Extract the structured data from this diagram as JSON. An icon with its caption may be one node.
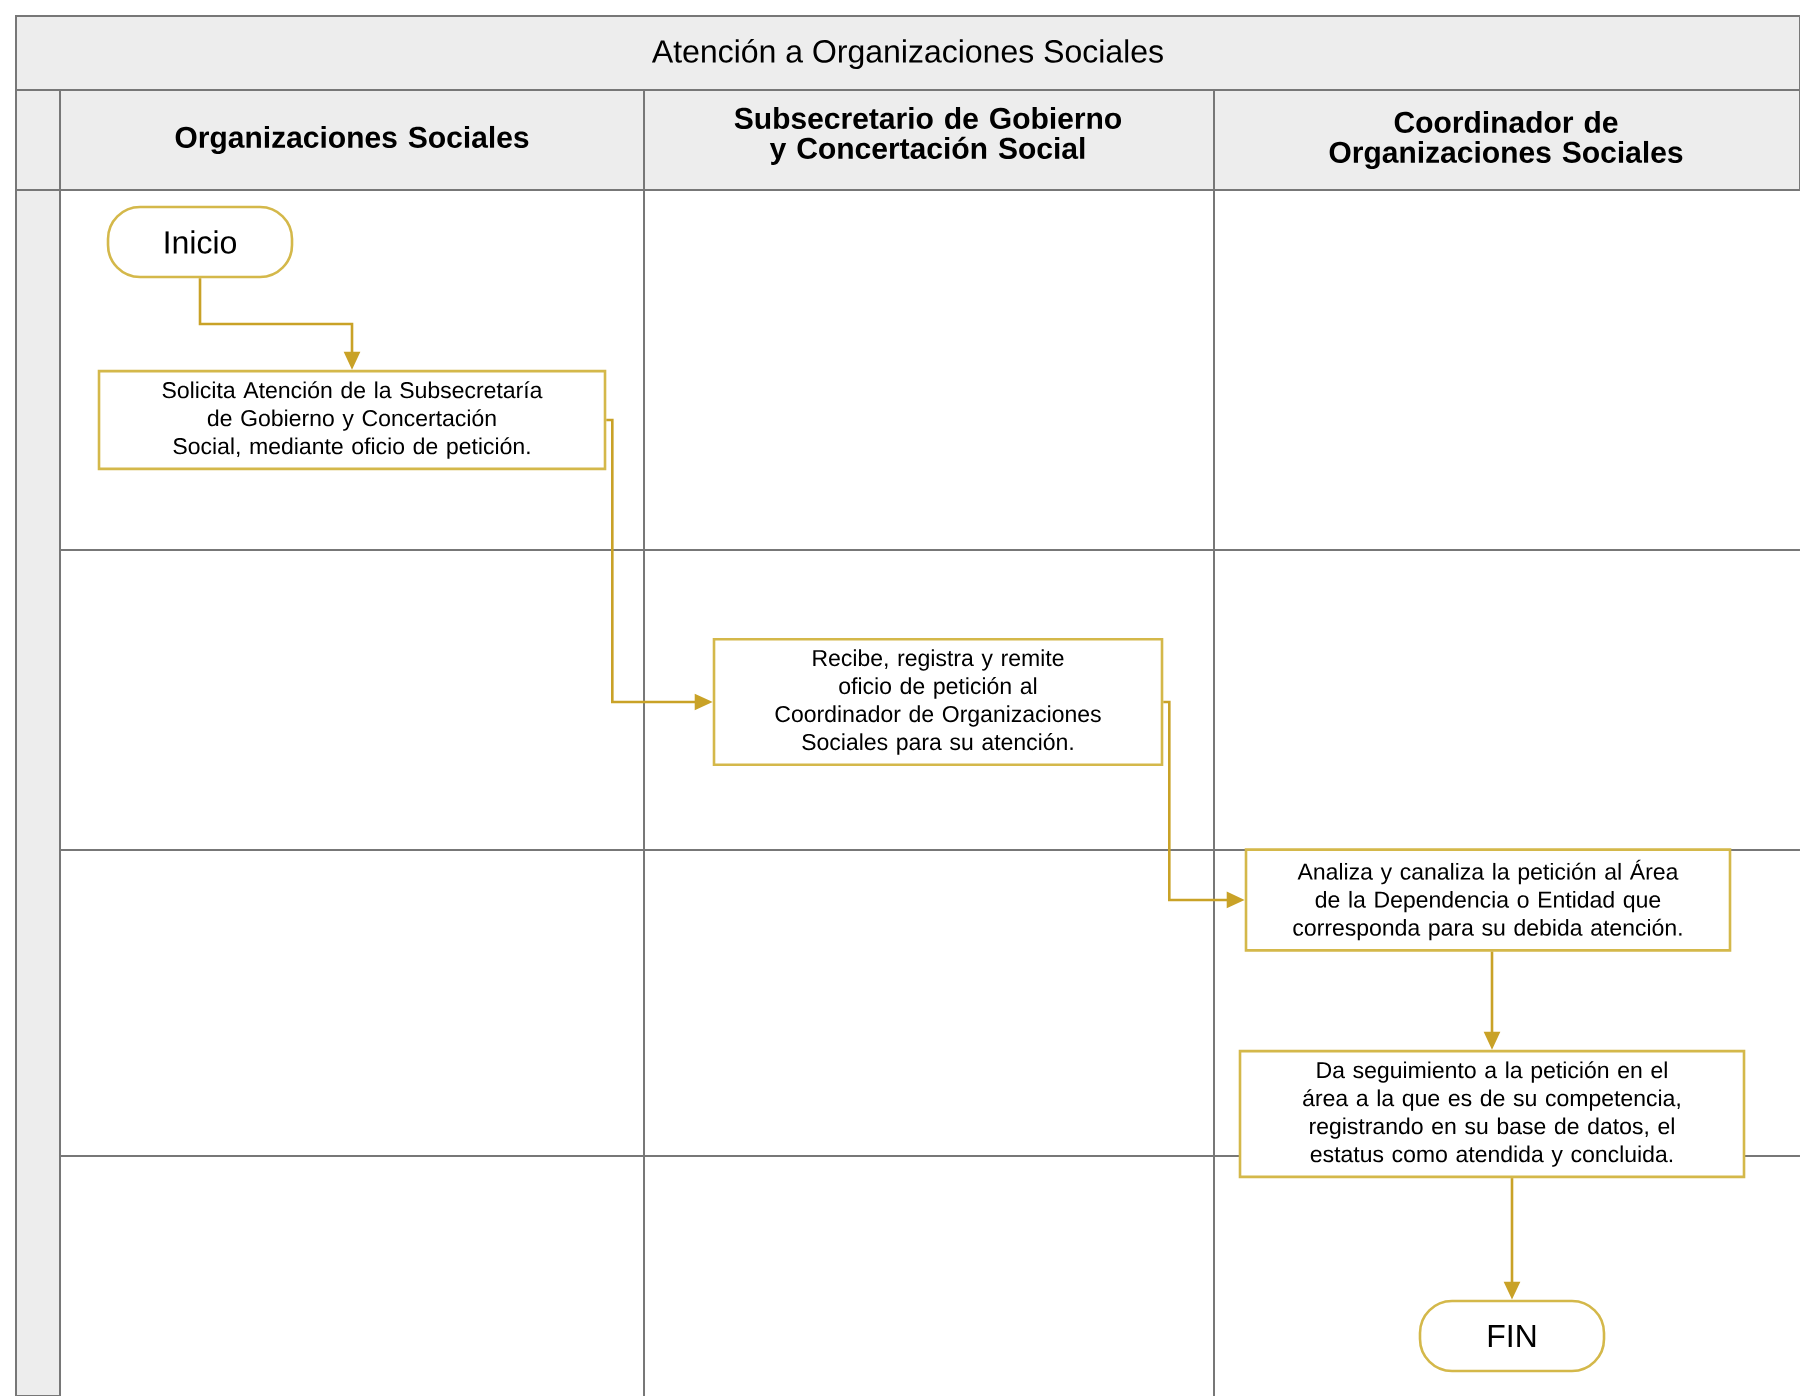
{
  "diagram": {
    "title": "Atención a Organizaciones Sociales",
    "nodes": [
      {
        "text": [
          "Organizaciones Sociales"
        ]
      },
      {
        "text": [
          "Subsecretario de Gobierno y Concertación Social"
        ]
      },
      {
        "text": [
          "Coordinador de Organizaciones Sociales"
        ]
      },
      {
        "text": [
          "Inicio"
        ]
      },
      {
        "text": [
          "Solicita Atención de la Subsecretaría de Gobierno y Concertación Social, mediante oficio de petición."
        ]
      },
      {
        "text": [
          "Recibe, registra y remite oficio de petición al Coordinador de Organizaciones Sociales para su atención."
        ]
      },
      {
        "text": [
          "Analiza y canaliza la petición al Área de la Dependencia o Entidad que corresponda para su debida atención."
        ]
      },
      {
        "text": [
          "Da seguimiento a la petición en el área a la que es de su competencia, registrando en su base de datos, el estatus como atendida y concluida."
        ]
      },
      {
        "text": [
          "FIN"
        ]
      }
    ],
    "edges": [
      {
        "from": 3,
        "to": 4,
        "arrow": "to"
      },
      {
        "from": 4,
        "to": 5,
        "arrow": "to"
      },
      {
        "from": 5,
        "to": 6,
        "arrow": "to"
      },
      {
        "from": 6,
        "to": 7,
        "arrow": "to"
      },
      {
        "from": 7,
        "to": 8,
        "arrow": "to"
      }
    ]
  }
}
